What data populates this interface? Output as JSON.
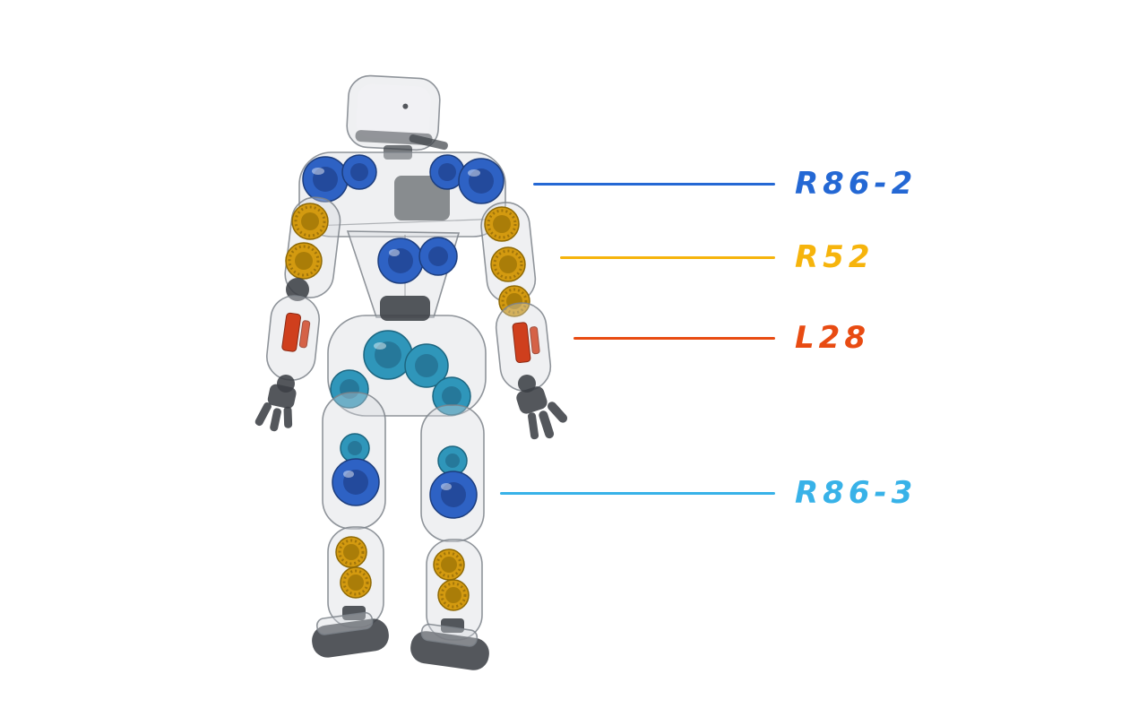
{
  "palette": {
    "actuator-blue": "#2e62c4",
    "actuator-gold": "#d39a10",
    "actuator-red": "#cf3f1d",
    "actuator-teal": "#2f96ba"
  },
  "annotations": [
    {
      "label": "R86-2",
      "color": "#2468d4",
      "points_to": "shoulder actuator"
    },
    {
      "label": "R52",
      "color": "#f6b40c",
      "points_to": "upper-arm actuator"
    },
    {
      "label": "L28",
      "color": "#e84b12",
      "points_to": "forearm actuator"
    },
    {
      "label": "R86-3",
      "color": "#38b2e8",
      "points_to": "knee actuator"
    }
  ]
}
